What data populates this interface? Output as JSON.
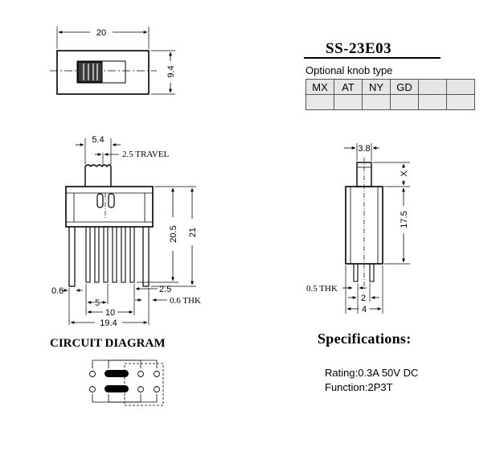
{
  "title": "SS-23E03",
  "optional_knob": {
    "label": "Optional knob type",
    "types": [
      "MX",
      "AT",
      "NY",
      "GD",
      "",
      ""
    ]
  },
  "top_view": {
    "width_label": "20",
    "height_label": "9.4"
  },
  "front_view": {
    "dims": [
      "5.4",
      "2.5 TRAVEL",
      "20.5",
      "21",
      "0.6",
      "2.5",
      "5",
      "10",
      "0.6 THK",
      "19.4"
    ]
  },
  "side_view": {
    "dims": [
      "3.8",
      "X",
      "17.5",
      "0.5 THK",
      "2",
      "4"
    ]
  },
  "circuit": {
    "title": "CIRCUIT DIAGRAM"
  },
  "specifications": {
    "title": "Specifications:",
    "lines": [
      "Rating:0.3A 50V DC",
      "Function:2P3T"
    ]
  }
}
